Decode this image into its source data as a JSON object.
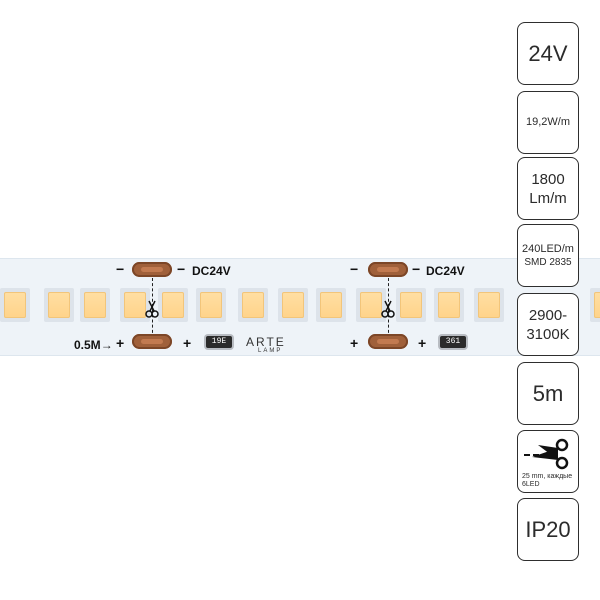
{
  "strip": {
    "brand": "ARTE",
    "brand_sub": "LAMP",
    "voltage_label": "DC24V",
    "minus": "−",
    "plus": "+",
    "length_mark": "0.5M",
    "length_arrow": "→",
    "resistor_1": "19E",
    "resistor_2": "361",
    "cut_icon": "scissors-icon"
  },
  "specs": {
    "voltage": "24V",
    "power": "19,2W/m",
    "lumens_line1": "1800",
    "lumens_line2": "Lm/m",
    "led_line1": "240LED/m",
    "led_line2": "SMD 2835",
    "cct_line1": "2900-",
    "cct_line2": "3100K",
    "length": "5m",
    "cut_text_line1": "25 mm, каждые",
    "cut_text_line2": "6LED",
    "ip": "IP20"
  },
  "colors": {
    "led": "#ffd38a",
    "pad": "#a0603a",
    "strip": "#eef3f8",
    "border": "#2e2e2e"
  }
}
